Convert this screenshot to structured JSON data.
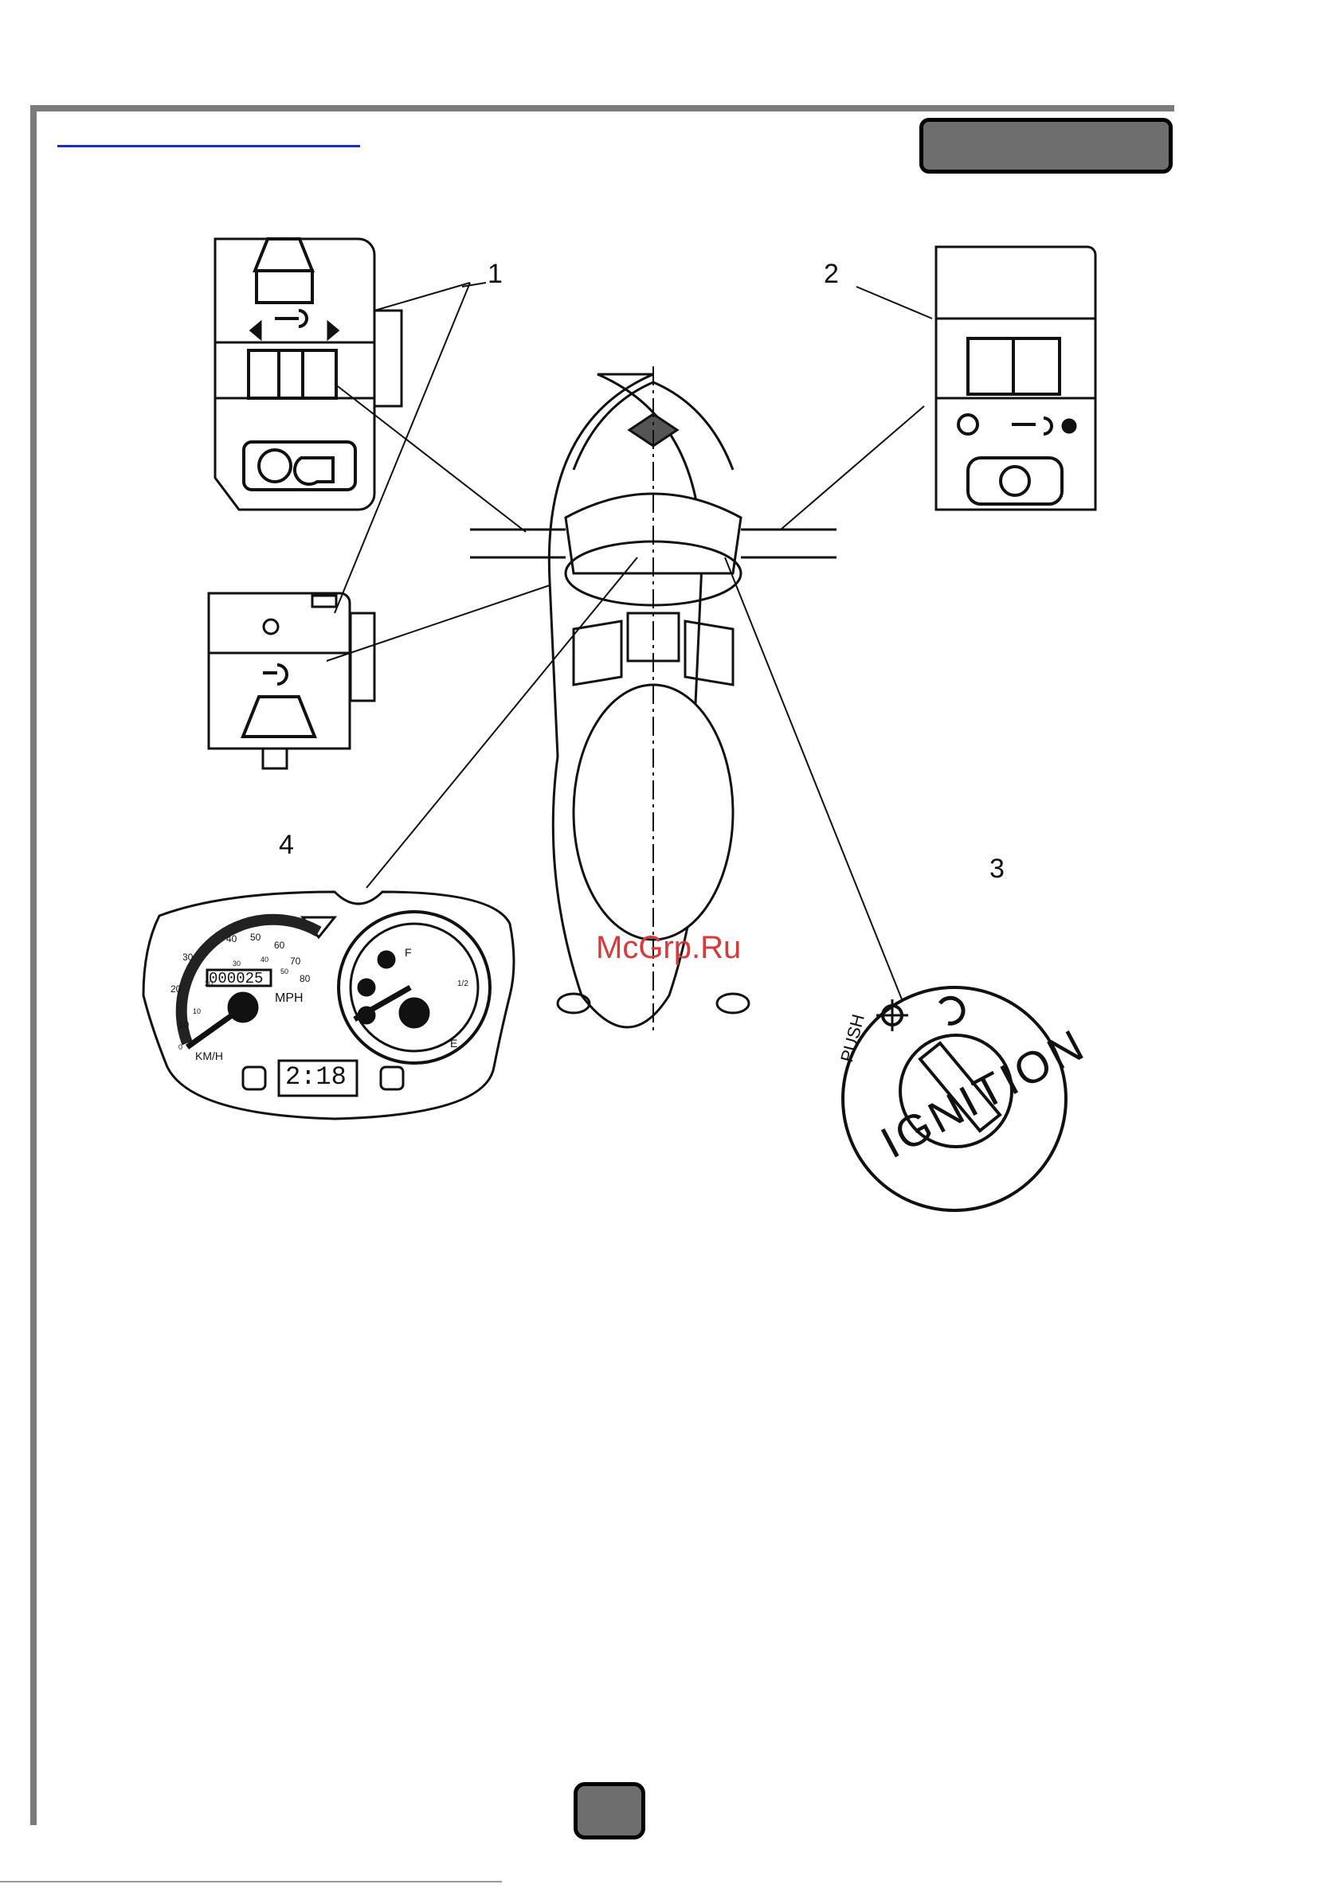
{
  "callouts": {
    "c1": "1",
    "c2": "2",
    "c3": "3",
    "c4": "4"
  },
  "dashboard": {
    "odometer": "000025",
    "clock": "2:18",
    "mph_label": "MPH",
    "kmh_label": "KM/H",
    "fuel_full": "F",
    "fuel_empty": "E",
    "fuel_half": "1/2",
    "mph_ticks": [
      "10",
      "20",
      "30",
      "40",
      "50",
      "60",
      "70",
      "80"
    ],
    "kmh_ticks": [
      "0",
      "10",
      "20",
      "30",
      "40",
      "50"
    ]
  },
  "ignition": {
    "label": "IGNITION",
    "push_label": "PUSH"
  },
  "watermark": "McGrp.Ru",
  "colors": {
    "frame": "#7a7a7a",
    "tab": "#6e6e6e",
    "link_rule": "#1b2bc8",
    "watermark": "#d63a3a"
  }
}
